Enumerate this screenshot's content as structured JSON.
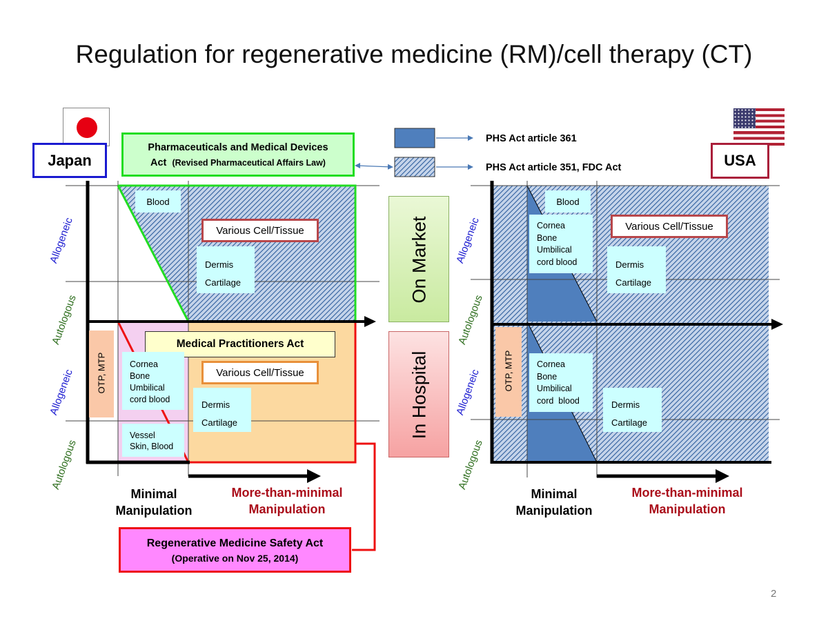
{
  "title": "Regulation for regenerative medicine (RM)/cell therapy (CT)",
  "page_number": "2",
  "japan": {
    "country": "Japan",
    "flag_icon": "japan-flag-icon",
    "pmd_act_line1": "Pharmaceuticals and Medical Devices",
    "pmd_act_line2a": "Act",
    "pmd_act_line2b": "(Revised Pharmaceutical Affairs Law)",
    "medical_practitioners_act": "Medical Practitioners Act",
    "rm_safety_act_line1": "Regenerative Medicine Safety Act",
    "rm_safety_act_line2": "(Operative on Nov 25, 2014)",
    "otp_mtp": "OTP, MTP",
    "upper": {
      "blood": "Blood",
      "various": "Various Cell/Tissue",
      "dermis": "Dermis",
      "cartilage": "Cartilage"
    },
    "lower": {
      "cornea": "Cornea",
      "bone": "Bone",
      "umbilical": "Umbilical",
      "cord_blood": "cord blood",
      "various": "Various Cell/Tissue",
      "dermis": "Dermis",
      "cartilage": "Cartilage",
      "vessel": "Vessel",
      "skin_blood": "Skin, Blood"
    },
    "axis": {
      "allogeneic": "Allogeneic",
      "autologous": "Autologous",
      "minimal_1": "Minimal",
      "minimal_2": "Manipulation",
      "more_1": "More-than-minimal",
      "more_2": "Manipulation"
    }
  },
  "legend": {
    "solid_label": "PHS Act article 361",
    "hatched_label": "PHS Act article 351, FDC Act",
    "solid_color": "#4f7fbd",
    "hatch_color": "#2f5f9e"
  },
  "middle": {
    "on_market": "On Market",
    "in_hospital": "In Hospital"
  },
  "usa": {
    "country": "USA",
    "flag_icon": "usa-flag-icon",
    "otp_mtp": "OTP, MTP",
    "upper": {
      "blood": "Blood",
      "cornea": "Cornea",
      "bone": "Bone",
      "umbilical": "Umbilical",
      "cord_blood": "cord blood",
      "various": "Various Cell/Tissue",
      "dermis": "Dermis",
      "cartilage": "Cartilage"
    },
    "lower": {
      "cornea": "Cornea",
      "bone": "Bone",
      "umbilical": "Umbilical",
      "cord_blood": "cord  blood",
      "dermis": "Dermis",
      "cartilage": "Cartilage"
    },
    "axis": {
      "allogeneic": "Allogeneic",
      "autologous": "Autologous",
      "minimal_1": "Minimal",
      "minimal_2": "Manipulation",
      "more_1": "More-than-minimal",
      "more_2": "Manipulation"
    }
  },
  "colors": {
    "pmd_green": "#22dd22",
    "safety_red": "#ee1111",
    "hospital_orange": "#fcd9a0",
    "lavender": "#f4d0f0",
    "pink_box": "#ff88ff",
    "axis_green": "#2e6e1e",
    "axis_blue": "#1a1ad0",
    "dark_red": "#aa0d1a"
  }
}
